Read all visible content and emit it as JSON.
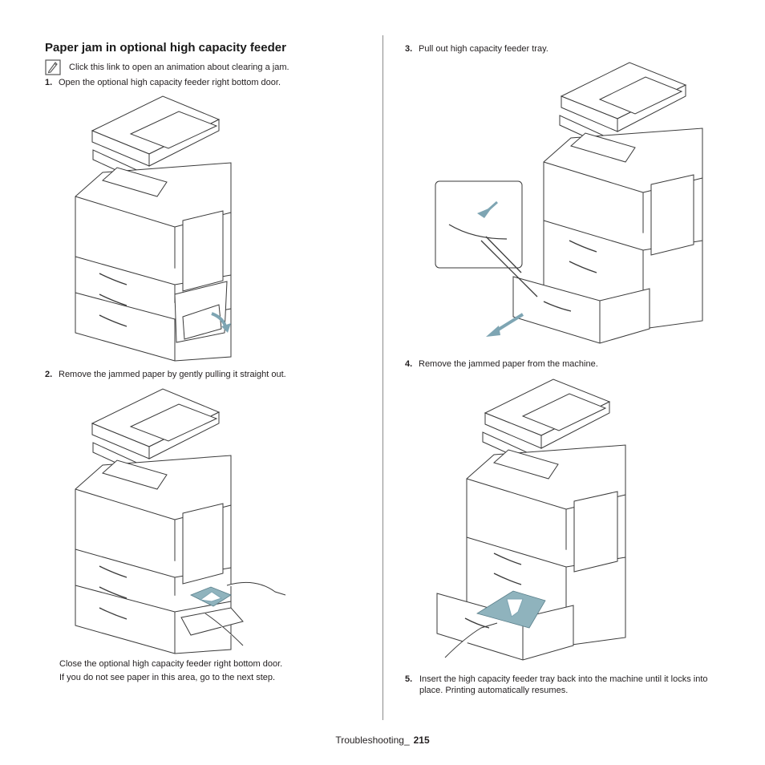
{
  "title": "Paper jam in optional high capacity feeder",
  "note": {
    "icon": "animation-link-icon",
    "text": "Click this link to open an animation about clearing a jam."
  },
  "steps": [
    {
      "num": "1.",
      "text": "Open the optional high capacity feeder right bottom door."
    },
    {
      "num": "2.",
      "text": "Remove the jammed paper by gently pulling it straight out."
    },
    {
      "num": "3.",
      "text": "Pull out high capacity feeder tray."
    },
    {
      "num": "4.",
      "text": "Remove the jammed paper from the machine."
    },
    {
      "num": "5.",
      "text": "Insert the high capacity feeder tray back into the machine until it locks into place. Printing automatically resumes."
    }
  ],
  "after_step2": [
    "Close the optional high capacity feeder right bottom door.",
    "If you do not see paper in this area, go to the next step."
  ],
  "footer": {
    "section": "Troubleshooting_",
    "page": "215"
  },
  "colors": {
    "paper": "#8fb3bd",
    "arrow": "#7ea5b3",
    "line": "#3a3a3a"
  }
}
